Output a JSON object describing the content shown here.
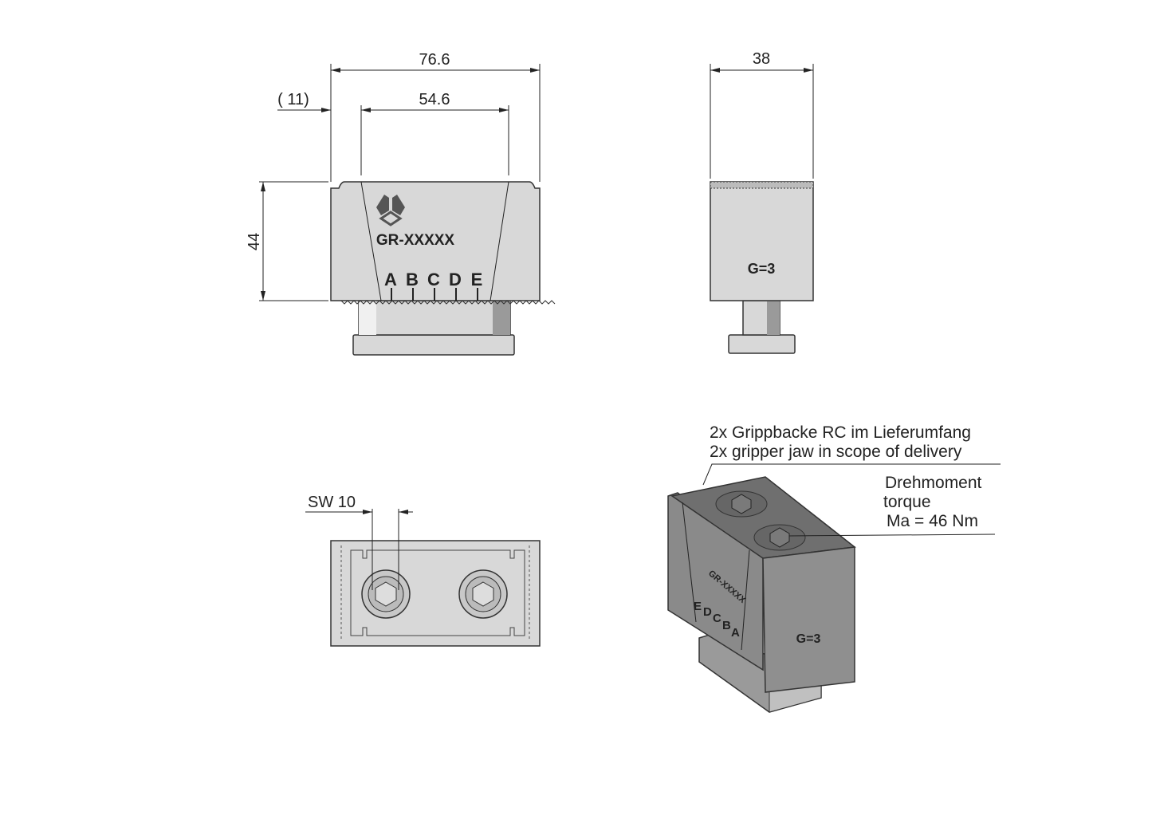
{
  "front_view": {
    "dim_overall_width": "76.6",
    "dim_inner_width": "54.6",
    "dim_offset": "( 11)",
    "dim_height": "44",
    "part_label": "GR-XXXXX",
    "scale_letters": [
      "A",
      "B",
      "C",
      "D",
      "E"
    ]
  },
  "side_view": {
    "dim_width": "38",
    "grip_mark": "G=3"
  },
  "top_view": {
    "dim_wrench": "SW 10"
  },
  "iso_view": {
    "note_de": "2x Grippbacke RC im Lieferumfang",
    "note_en": "2x gripper jaw in scope of delivery",
    "torque_de": "Drehmoment",
    "torque_en": "torque",
    "torque_value": "Ma = 46 Nm",
    "part_label": "GR-XXXXX",
    "grip_mark": "G=3",
    "scale_letters": [
      "E",
      "D",
      "C",
      "B",
      "A"
    ]
  },
  "colors": {
    "body": "#d8d8d8",
    "iso_body": "#8a8a8a",
    "line": "#222222"
  }
}
